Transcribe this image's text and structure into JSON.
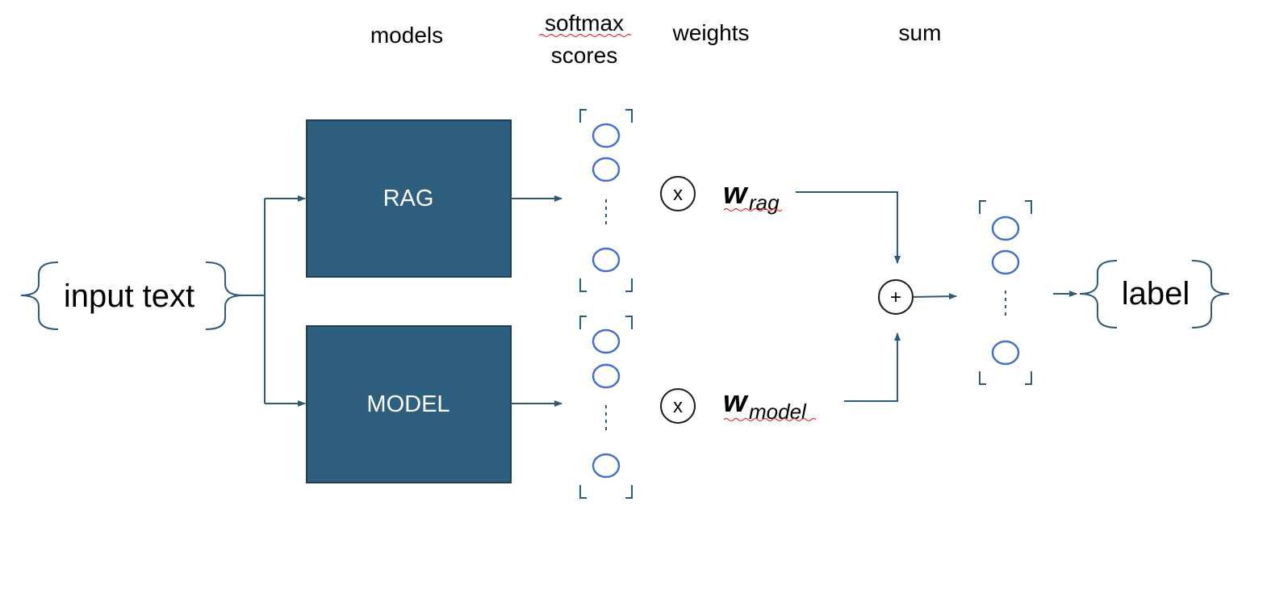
{
  "headers": {
    "models": "models",
    "softmax_line1": "softmax",
    "softmax_line2": "scores",
    "weights": "weights",
    "sum": "sum"
  },
  "input": {
    "label": "input text"
  },
  "models": {
    "rag": "RAG",
    "model": "MODEL"
  },
  "operators": {
    "multiply_top": "x",
    "multiply_bottom": "x",
    "plus": "+"
  },
  "weights": {
    "rag_symbol": "w",
    "rag_subscript": "rag",
    "model_symbol": "w",
    "model_subscript": "model"
  },
  "output": {
    "label": "label"
  },
  "colors": {
    "box_fill": "#2f5f7e",
    "box_stroke": "#1f3d55",
    "line": "#2e5a78",
    "node": "#4472c4",
    "squiggle": "#e03030"
  }
}
